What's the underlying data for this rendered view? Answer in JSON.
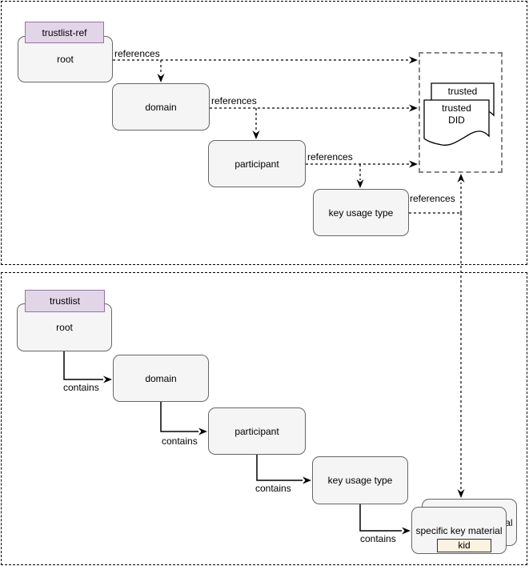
{
  "colors": {
    "node_fill": "#f5f5f5",
    "node_border": "#666666",
    "tag_fill": "#e1d5e7",
    "tag_border": "#9673a6",
    "kid_fill": "#faf3e1",
    "kid_border": "#2e2e2e",
    "doc_fill": "#ffffff",
    "line": "#000000",
    "did_border": "#848484",
    "container_border": "#000000"
  },
  "top_section": {
    "tag_label": "trustlist-ref",
    "nodes": {
      "root": "root",
      "domain": "domain",
      "participant": "participant",
      "key_usage_type": "key usage type"
    },
    "edge_labels": [
      "references",
      "references",
      "references",
      "references"
    ],
    "did_group": {
      "back_doc_label": "trusted",
      "front_doc_line1": "trusted",
      "front_doc_line2": "DID"
    }
  },
  "bottom_section": {
    "tag_label": "trustlist",
    "nodes": {
      "root": "root",
      "domain": "domain",
      "participant": "participant",
      "key_usage_type": "key usage type"
    },
    "edge_labels": [
      "contains",
      "contains",
      "contains",
      "contains"
    ],
    "key_material_stack": {
      "title": "specific key material",
      "kid_label": "kid"
    }
  }
}
